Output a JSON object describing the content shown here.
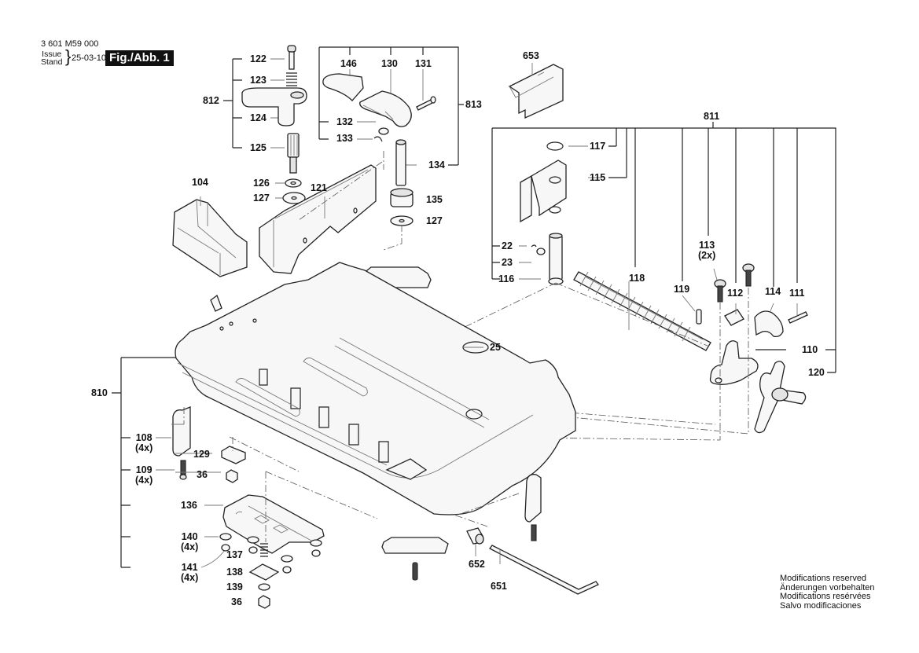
{
  "header": {
    "part_number": "3 601 M59 000",
    "issue_label_en": "Issue",
    "issue_label_de": "Stand",
    "issue_date": "25-03-10",
    "figure": "Fig./Abb. 1"
  },
  "footer_note": [
    "Modifications reserved",
    "Änderungen vorbehalten",
    "Modifications resérvées",
    "Salvo modificaciones"
  ],
  "callouts": {
    "c122": "122",
    "c123": "123",
    "c812": "812",
    "c124": "124",
    "c125": "125",
    "c126": "126",
    "c127a": "127",
    "c104": "104",
    "c121": "121",
    "c146": "146",
    "c130": "130",
    "c131": "131",
    "c813": "813",
    "c132": "132",
    "c133": "133",
    "c134": "134",
    "c135": "135",
    "c127b": "127",
    "c653": "653",
    "c811": "811",
    "c117": "117",
    "c115": "115",
    "c22": "22",
    "c23": "23",
    "c116": "116",
    "c118": "118",
    "c119": "119",
    "c113": "113\n(2x)",
    "c112": "112",
    "c114": "114",
    "c111": "111",
    "c110": "110",
    "c120": "120",
    "c25": "25",
    "c810": "810",
    "c108": "108\n(4x)",
    "c109": "109\n(4x)",
    "c129": "129",
    "c36a": "36",
    "c136": "136",
    "c140": "140\n(4x)",
    "c141": "141\n(4x)",
    "c137": "137",
    "c138": "138",
    "c139": "139",
    "c36b": "36",
    "c652": "652",
    "c651": "651"
  }
}
